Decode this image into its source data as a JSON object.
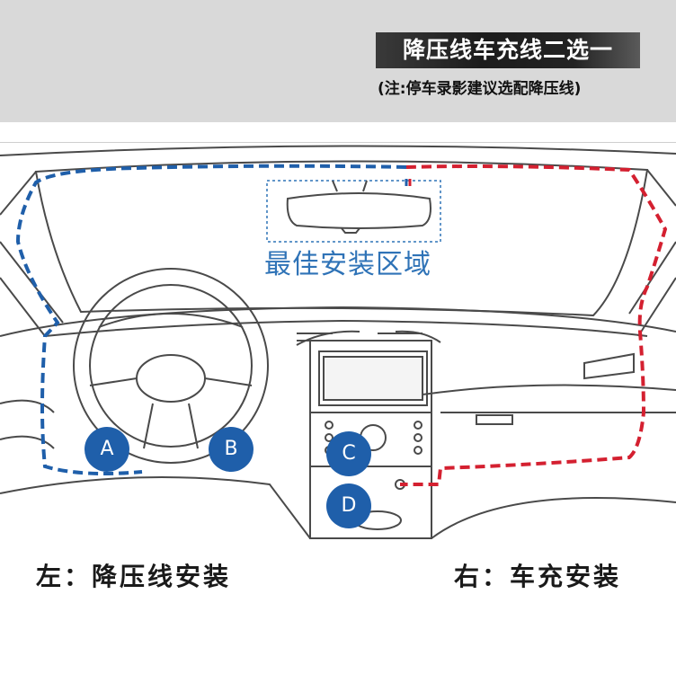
{
  "header": {
    "title": "降压线车充线二选一",
    "note": "(注:停车录影建议选配降压线)"
  },
  "diagram": {
    "zone_label": "最佳安装区域",
    "markers": [
      "A",
      "B",
      "C",
      "D"
    ],
    "colors": {
      "hardwire_route": "#1f5faa",
      "charger_route": "#d42030",
      "marker_fill": "#1f5faa"
    }
  },
  "footer": {
    "left_label": "左：降压线安装",
    "right_label": "右：车充安装"
  }
}
